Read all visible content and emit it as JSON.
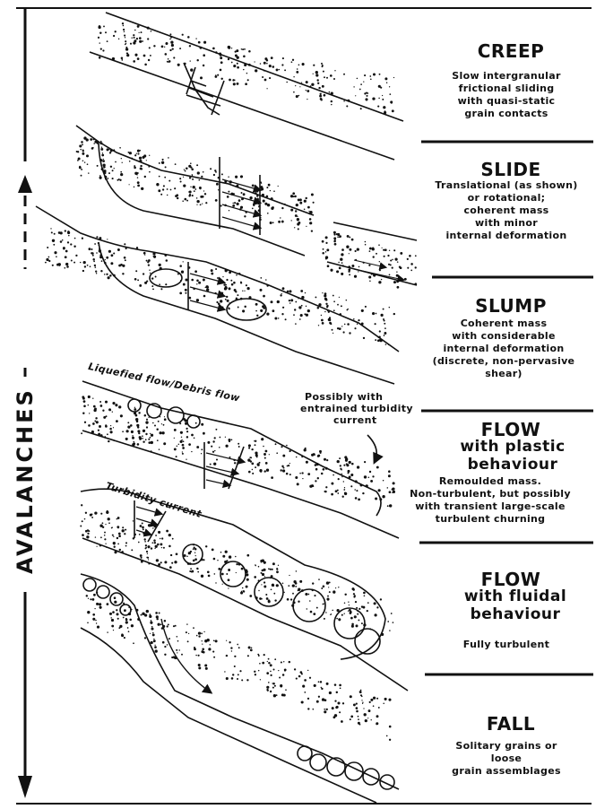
{
  "axis_label": "AVALANCHES",
  "processes": [
    {
      "title": "CREEP",
      "subtitle": "",
      "description": [
        "Slow intergranular",
        "frictional sliding",
        "with quasi-static",
        "grain contacts"
      ]
    },
    {
      "title": "SLIDE",
      "subtitle": "",
      "description": [
        "Translational (as shown)",
        "or rotational;",
        "coherent mass",
        "with minor",
        "internal deformation"
      ]
    },
    {
      "title": "SLUMP",
      "subtitle": "",
      "description": [
        "Coherent mass",
        "with considerable",
        "internal deformation",
        "(discrete, non-pervasive",
        "shear)"
      ]
    },
    {
      "title": "FLOW",
      "subtitle": "with plastic behaviour",
      "description": [
        "Remoulded mass.",
        "Non-turbulent, but possibly",
        "with transient large-scale",
        "turbulent churning"
      ]
    },
    {
      "title": "FLOW",
      "subtitle": "with fluidal behaviour",
      "description": [
        "Fully turbulent"
      ]
    },
    {
      "title": "FALL",
      "subtitle": "",
      "description": [
        "Solitary grains or",
        "loose",
        "grain assemblages"
      ]
    }
  ],
  "annotations": {
    "liquefied": "Liquefied flow/Debris flow",
    "entrained_1": "Possibly with",
    "entrained_2": "entrained turbidity",
    "entrained_3": "current",
    "turbidity": "Turbidity current"
  }
}
